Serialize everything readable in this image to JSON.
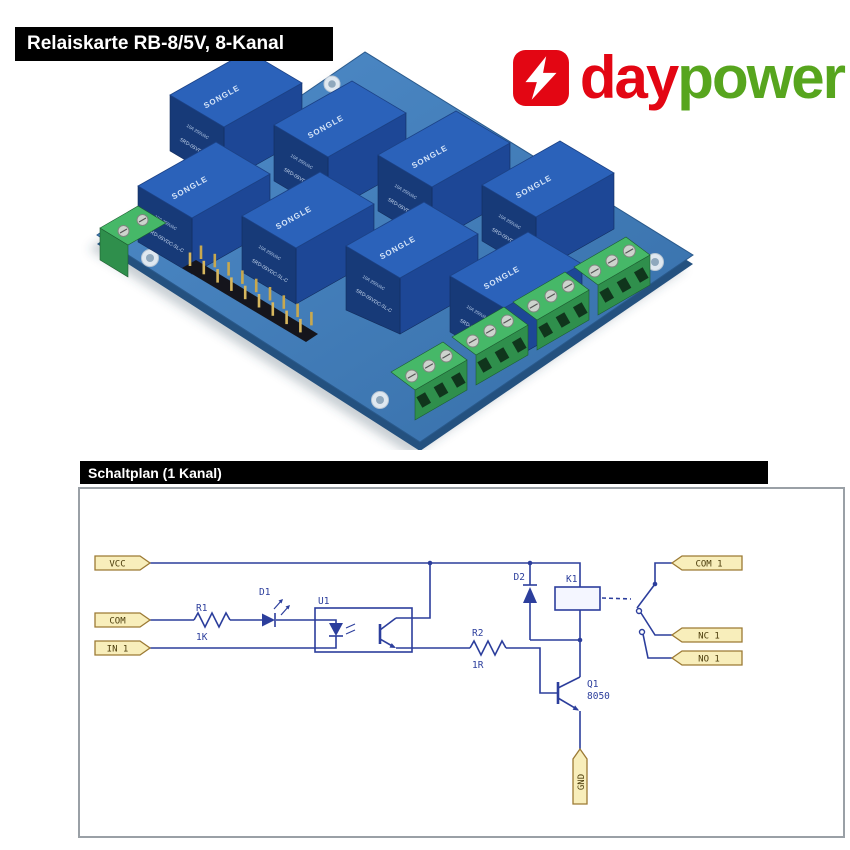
{
  "title_bar": {
    "text": "Relaiskarte RB-8/5V, 8-Kanal"
  },
  "logo": {
    "day": "day",
    "power": "power",
    "day_color": "#e30613",
    "power_color": "#57a51e"
  },
  "board": {
    "relay_brand": "SONGLE",
    "relay_rating": "10A 250VAC",
    "relay_model": "SRD-05VDC-SL-C",
    "pcb_color": "#3f7ab8",
    "relay_color": "#2b62ba",
    "terminal_color": "#46b868"
  },
  "schematic": {
    "header": "Schaltplan (1 Kanal)",
    "wire_color": "#2c3e9c",
    "flag_fill": "#f8eebb",
    "flags": {
      "vcc": "VCC",
      "com": "COM",
      "in1": "IN 1",
      "com1": "COM 1",
      "nc1": "NC 1",
      "no1": "NO 1",
      "gnd": "GND"
    },
    "components": {
      "r1": {
        "ref": "R1",
        "value": "1K"
      },
      "r2": {
        "ref": "R2",
        "value": "1R"
      },
      "d1": {
        "ref": "D1"
      },
      "d2": {
        "ref": "D2"
      },
      "u1": {
        "ref": "U1"
      },
      "k1": {
        "ref": "K1"
      },
      "q1": {
        "ref": "Q1",
        "value": "8050"
      }
    }
  }
}
